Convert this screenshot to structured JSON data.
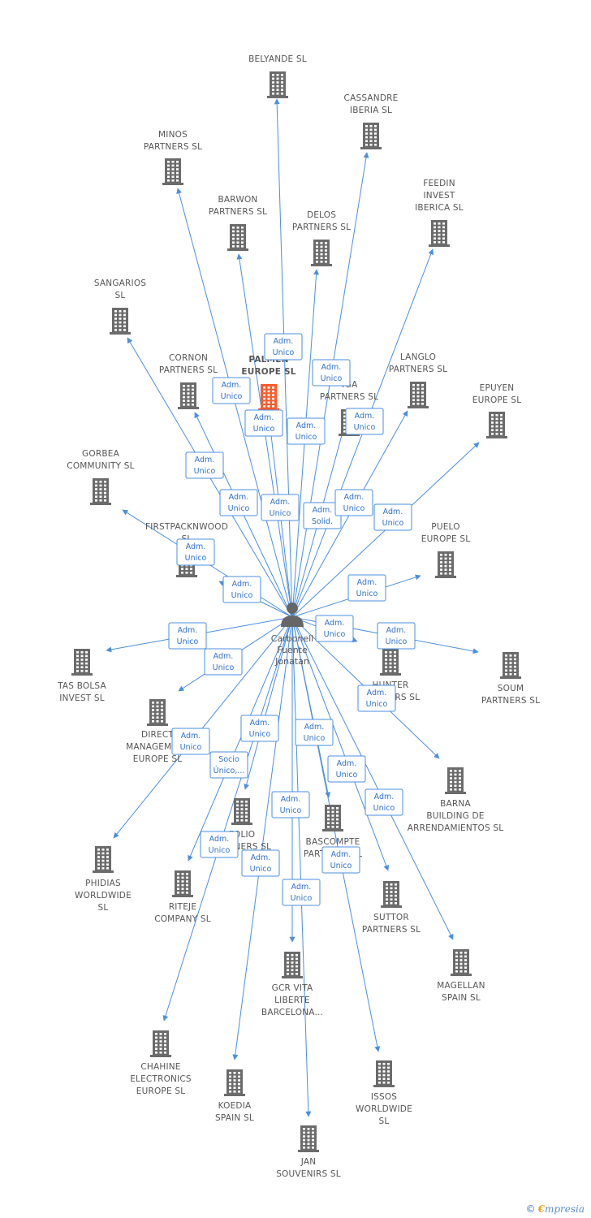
{
  "colors": {
    "edge": "#4a8fe0",
    "building": "#6b6b6b",
    "highlight": "#ff5a2c",
    "person": "#666666"
  },
  "center": {
    "name_lines": [
      "Carbonell",
      "Fuente",
      "Jonatan"
    ],
    "icon": "person-icon"
  },
  "companies": [
    {
      "id": "belyande",
      "label": [
        "BELYANDE  SL"
      ],
      "role": [
        "Adm.",
        "Unico"
      ]
    },
    {
      "id": "cassandre",
      "label": [
        "CASSANDRE",
        "IBERIA  SL"
      ],
      "role": [
        "Adm.",
        "Unico"
      ]
    },
    {
      "id": "minos",
      "label": [
        "MINOS",
        "PARTNERS  SL"
      ],
      "role": [
        "Adm.",
        "Unico"
      ]
    },
    {
      "id": "feedin",
      "label": [
        "FEEDIN",
        "INVEST",
        "IBERICA SL"
      ],
      "role": [
        "Adm.",
        "Unico"
      ]
    },
    {
      "id": "barwon",
      "label": [
        "BARWON",
        "PARTNERS  SL"
      ],
      "role": [
        "Adm.",
        "Unico"
      ]
    },
    {
      "id": "delos",
      "label": [
        "DELOS",
        "PARTNERS  SL"
      ],
      "role": [
        "Adm.",
        "Unico"
      ]
    },
    {
      "id": "sangarios",
      "label": [
        "SANGARIOS",
        "SL"
      ],
      "role": [
        "Adm.",
        "Unico"
      ]
    },
    {
      "id": "palmen",
      "label": [
        "PALMEN",
        "EUROPE  SL"
      ],
      "role": [
        "Adm.",
        "Unico"
      ],
      "highlight": true
    },
    {
      "id": "cornon",
      "label": [
        "CORNON",
        "PARTNERS  SL"
      ],
      "role": [
        "Adm.",
        "Unico"
      ]
    },
    {
      "id": "tsa",
      "label": [
        "TSA",
        "PARTNERS  SL"
      ],
      "role": [
        "Adm.",
        "Solid."
      ]
    },
    {
      "id": "langlo",
      "label": [
        "LANGLO",
        "PARTNERS  SL"
      ],
      "role": [
        "Adm.",
        "Unico"
      ]
    },
    {
      "id": "epuyen",
      "label": [
        "EPUYEN",
        "EUROPE  SL"
      ],
      "role": [
        "Adm.",
        "Unico"
      ]
    },
    {
      "id": "gorbea",
      "label": [
        "GORBEA",
        "COMMUNITY  SL"
      ],
      "role": [
        "Adm.",
        "Unico"
      ]
    },
    {
      "id": "firstpack",
      "label": [
        "FIRSTPACKNWOOD",
        "SL"
      ],
      "role": [
        "Adm.",
        "Unico"
      ]
    },
    {
      "id": "puelo",
      "label": [
        "PUELO",
        "EUROPE  SL"
      ],
      "role": [
        "Adm.",
        "Unico"
      ]
    },
    {
      "id": "tasbolsa",
      "label": [
        "TAS BOLSA",
        "INVEST SL"
      ],
      "role": [
        "Adm.",
        "Unico"
      ]
    },
    {
      "id": "soum",
      "label": [
        "SOUM",
        "PARTNERS  SL"
      ],
      "role": [
        "Adm.",
        "Unico"
      ]
    },
    {
      "id": "hunter",
      "label": [
        "HUNTER",
        "PARTNERS  SL"
      ],
      "role": [
        "Adm.",
        "Unico"
      ]
    },
    {
      "id": "direct",
      "label": [
        "DIRECT",
        "MANAGEMENT",
        "EUROPE  SL"
      ],
      "role": [
        "Adm.",
        "Unico"
      ]
    },
    {
      "id": "barna",
      "label": [
        "BARNA",
        "BUILDING DE",
        "ARRENDAMIENTOS SL"
      ],
      "role": [
        "Adm.",
        "Unico"
      ]
    },
    {
      "id": "folio",
      "label": [
        "FOLIO",
        "PARTNERS  SL"
      ],
      "role": [
        "Socio",
        "Único,..."
      ]
    },
    {
      "id": "bascompte",
      "label": [
        "BASCOMPTE",
        "PARTNERS  SL"
      ],
      "role": [
        "Adm.",
        "Unico"
      ]
    },
    {
      "id": "phidias",
      "label": [
        "PHIDIAS",
        "WORLDWIDE",
        "SL"
      ],
      "role": [
        "Adm.",
        "Unico"
      ]
    },
    {
      "id": "riteje",
      "label": [
        "RITEJE",
        "COMPANY SL"
      ],
      "role": [
        "Adm.",
        "Unico"
      ]
    },
    {
      "id": "suttor",
      "label": [
        "SUTTOR",
        "PARTNERS  SL"
      ],
      "role": [
        "Adm.",
        "Unico"
      ]
    },
    {
      "id": "magellan",
      "label": [
        "MAGELLAN",
        "SPAIN  SL"
      ],
      "role": [
        "Adm.",
        "Unico"
      ]
    },
    {
      "id": "gcr",
      "label": [
        "GCR VITA",
        "LIBERTE",
        "BARCELONA..."
      ],
      "role": [
        "Adm.",
        "Unico"
      ]
    },
    {
      "id": "chahine",
      "label": [
        "CHAHINE",
        "ELECTRONICS",
        "EUROPE  SL"
      ],
      "role": [
        "Adm.",
        "Unico"
      ]
    },
    {
      "id": "koedia",
      "label": [
        "KOEDIA",
        "SPAIN  SL"
      ],
      "role": [
        "Adm.",
        "Unico"
      ]
    },
    {
      "id": "issos",
      "label": [
        "ISSOS",
        "WORLDWIDE",
        "SL"
      ],
      "role": [
        "Adm.",
        "Unico"
      ]
    },
    {
      "id": "jan",
      "label": [
        "JAN",
        "SOUVENIRS  SL"
      ],
      "role": [
        "Adm.",
        "Unico"
      ]
    }
  ],
  "footer": {
    "copyright": "©",
    "brand_e": "€",
    "brand_rest": "mpresia"
  }
}
